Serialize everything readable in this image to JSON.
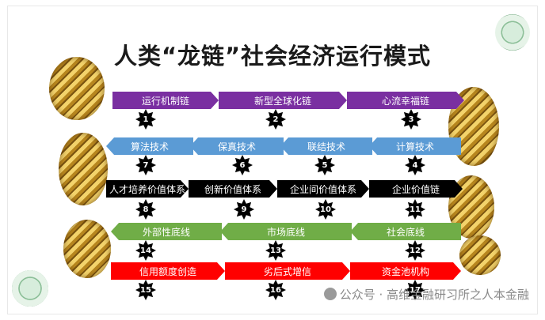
{
  "title": "人类“龙链”社会经济运行模式",
  "colors": {
    "purple": "#7a2fa1",
    "blue": "#5b9bd5",
    "black": "#000000",
    "green": "#70ad47",
    "red": "#ff0000"
  },
  "rows": [
    {
      "direction": "right",
      "color": "purple",
      "arrows": [
        "运行机制链",
        "新型全球化链",
        "心流幸福链"
      ],
      "numbers": [
        "1",
        "2",
        "3"
      ]
    },
    {
      "direction": "left",
      "color": "blue",
      "arrows": [
        "计算技术",
        "联结技术",
        "保真技术",
        "算法技术"
      ],
      "numbers": [
        "4",
        "5",
        "6",
        "7"
      ]
    },
    {
      "direction": "right",
      "color": "black",
      "arrows": [
        "人才培养价值体系",
        "创新价值体系",
        "企业间价值体系",
        "企业价值链"
      ],
      "numbers": [
        "8",
        "9",
        "10",
        "11"
      ]
    },
    {
      "direction": "left",
      "color": "green",
      "arrows": [
        "社会底线",
        "市场底线",
        "外部性底线"
      ],
      "numbers": [
        "12",
        "13",
        "14"
      ]
    },
    {
      "direction": "right",
      "color": "red",
      "arrows": [
        "信用额度创造",
        "劣后式增信",
        "资金池机构"
      ],
      "numbers": [
        "15",
        "16",
        "17"
      ]
    }
  ],
  "watermark": "公众号 · 高维金融研习所之人本金融"
}
